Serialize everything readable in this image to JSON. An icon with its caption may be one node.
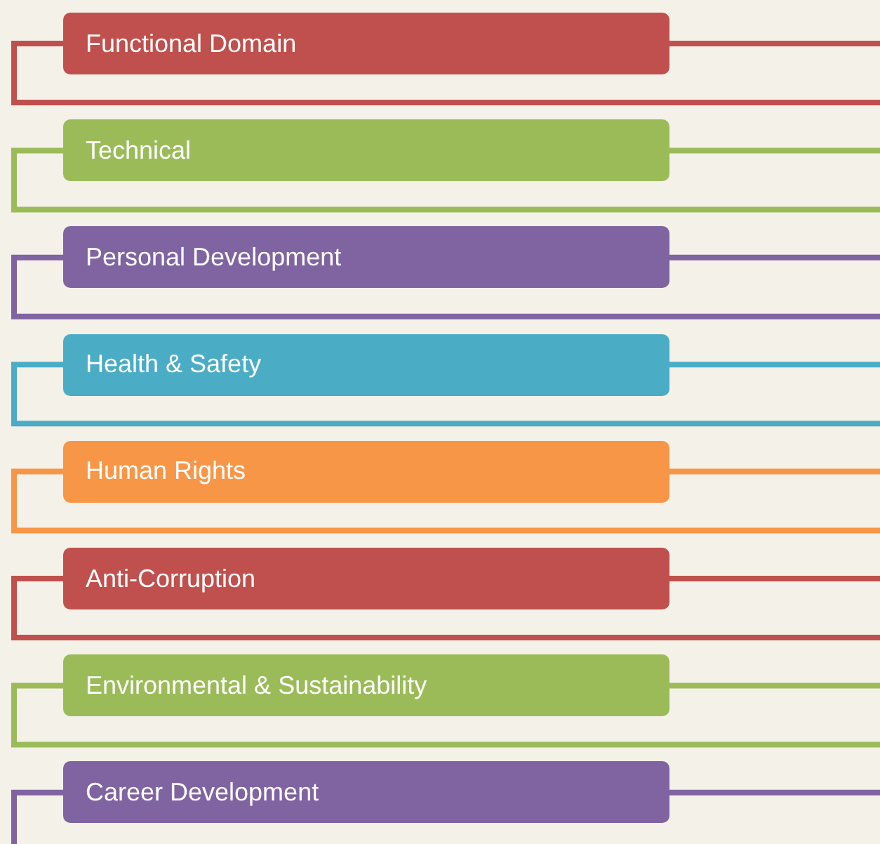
{
  "diagram": {
    "nodes": [
      {
        "text": [
          "Functional Domain"
        ]
      },
      {
        "text": [
          "Technical"
        ]
      },
      {
        "text": [
          "Personal Development"
        ]
      },
      {
        "text": [
          "Health & Safety"
        ]
      },
      {
        "text": [
          "Human Rights"
        ]
      },
      {
        "text": [
          "Anti-Corruption"
        ]
      },
      {
        "text": [
          "Environmental & Sustainability"
        ]
      },
      {
        "text": [
          "Career Development"
        ]
      }
    ]
  }
}
